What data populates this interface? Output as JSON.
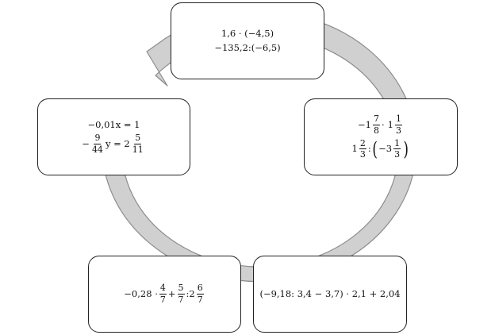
{
  "colors": {
    "ring_fill": "#d0d0d0",
    "ring_stroke": "#8c8c8c",
    "box_border": "#222222",
    "background": "#ffffff"
  },
  "icons": {
    "cycle": "circular-arrow-icon"
  },
  "nodes": {
    "top": {
      "line1": "1,6 · (−4,5)",
      "line2": "−135,2:(−6,5)"
    },
    "left": {
      "line1": "−0,01x = 1",
      "line2_minus": "−",
      "line2_frac_num": "9",
      "line2_frac_den": "44",
      "line2_mid": "y = 2",
      "line2_frac2_num": "5",
      "line2_frac2_den": "11"
    },
    "right": {
      "l1_a_whole": "−1",
      "l1_a_num": "7",
      "l1_a_den": "8",
      "l1_op": "·",
      "l1_b_whole": "1",
      "l1_b_num": "1",
      "l1_b_den": "3",
      "l2_a_whole": "1",
      "l2_a_num": "2",
      "l2_a_den": "3",
      "l2_op": ":",
      "l2_lparen": "(",
      "l2_b_whole": "−3",
      "l2_b_num": "1",
      "l2_b_den": "3",
      "l2_rparen": ")"
    },
    "bottom_left": {
      "prefix": "−0,28 ·",
      "f1_num": "4",
      "f1_den": "7",
      "plus": "+",
      "f2_num": "5",
      "f2_den": "7",
      "colon": ":2",
      "f3_num": "6",
      "f3_den": "7"
    },
    "bottom_right": {
      "expr": "(−9,18: 3,4 − 3,7) · 2,1 + 2,04"
    }
  }
}
